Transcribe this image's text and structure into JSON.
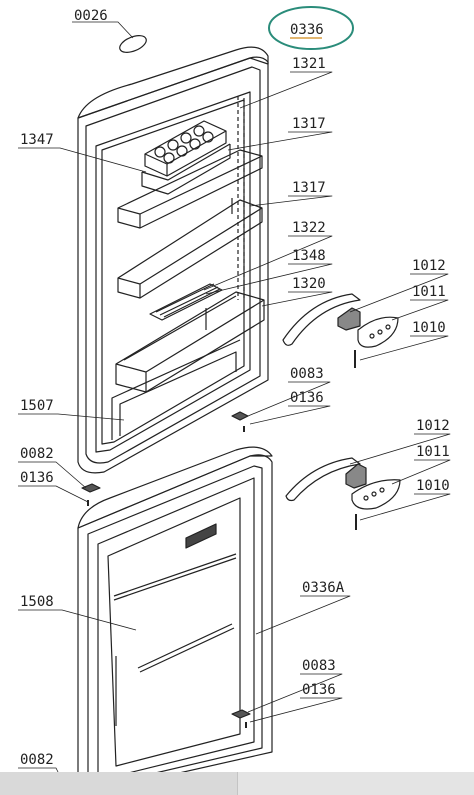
{
  "labels": {
    "l0026": "0026",
    "l0336": "0336",
    "l1321": "1321",
    "l1317a": "1317",
    "l1347": "1347",
    "l1317b": "1317",
    "l1322": "1322",
    "l1348": "1348",
    "l1320": "1320",
    "l1012a": "1012",
    "l1011a": "1011",
    "l1010a": "1010",
    "l0083a": "0083",
    "l0136a": "0136",
    "l1507": "1507",
    "l0082a": "0082",
    "l0136b": "0136",
    "l1012b": "1012",
    "l1011b": "1011",
    "l1010b": "1010",
    "l0336A": "0336A",
    "l1508": "1508",
    "l0083b": "0083",
    "l0136c": "0136",
    "l0082b": "0082"
  },
  "colors": {
    "line": "#222222",
    "highlight": "#2a8c7a",
    "underline": "#d08a1a"
  }
}
